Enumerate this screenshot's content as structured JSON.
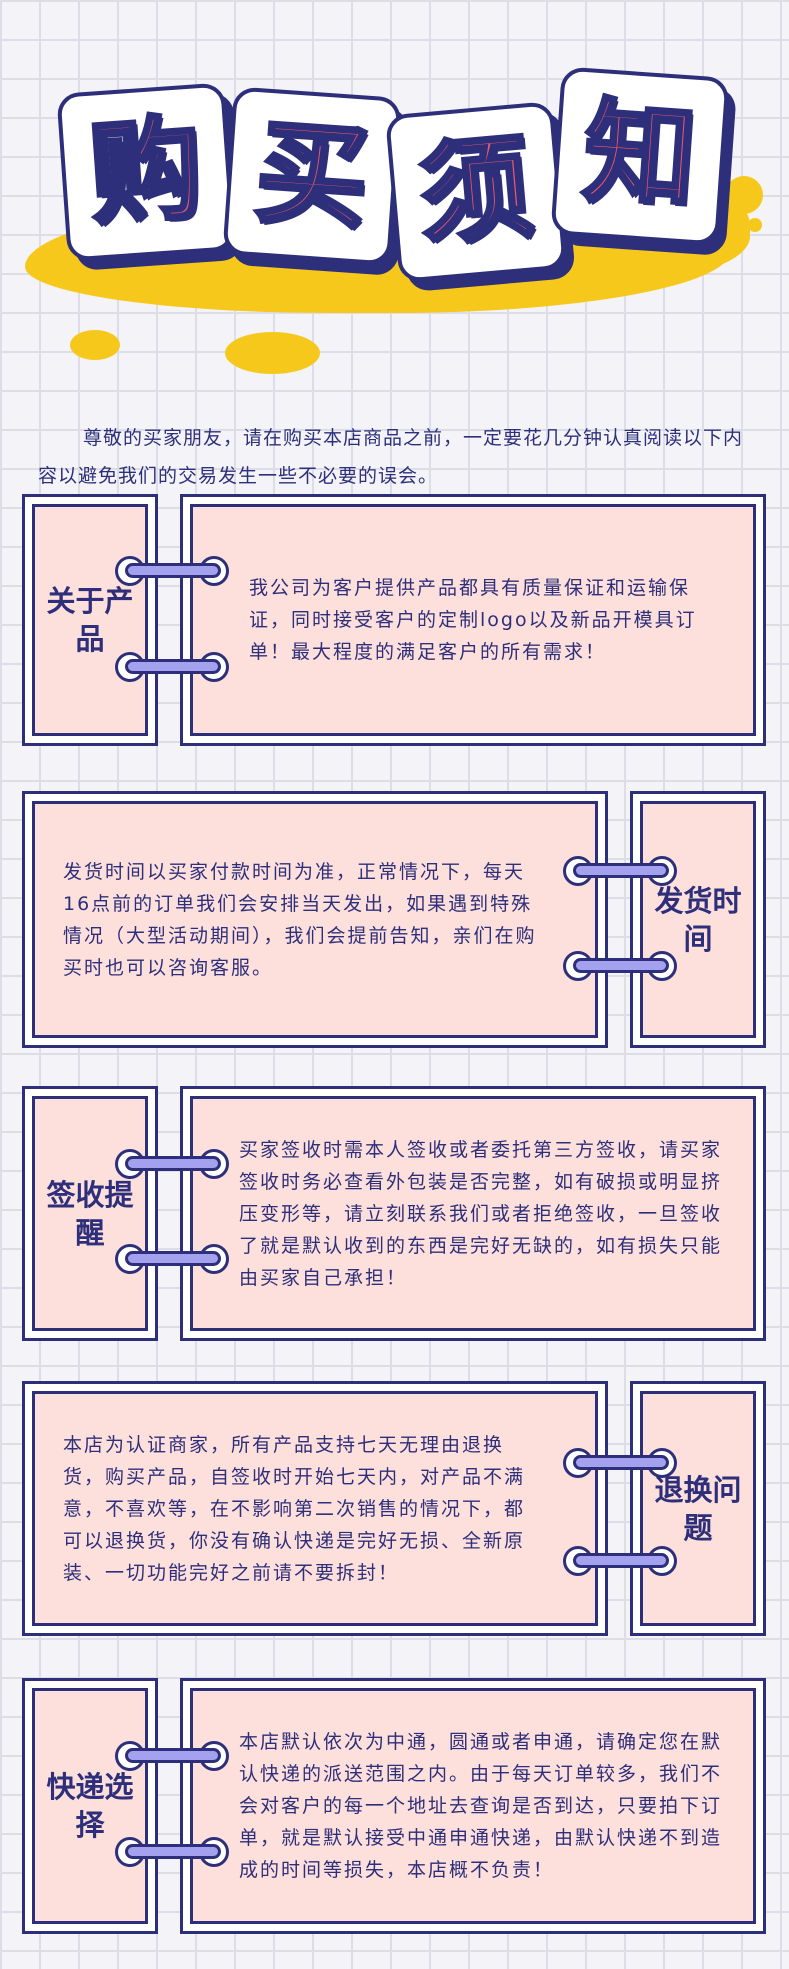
{
  "title": {
    "chars": [
      "购",
      "买",
      "须",
      "知"
    ]
  },
  "intro": "尊敬的买家朋友，请在购买本店商品之前，一定要花几分钟认真阅读以下内容以避免我们的交易发生一些不必要的误会。",
  "colors": {
    "navy": "#2e2f7a",
    "pink_card": "#fde0dc",
    "title_red": "#f2576c",
    "yellow": "#f7c81c",
    "ring_purple": "#a4a1ee",
    "background": "#f3f3f8"
  },
  "sections": [
    {
      "label": "关于产品",
      "text": "我公司为客户提供产品都具有质量保证和运输保证，同时接受客户的定制logo以及新品开模具订单！最大程度的满足客户的所有需求！"
    },
    {
      "label": "发货时间",
      "text": "发货时间以买家付款时间为准，正常情况下，每天16点前的订单我们会安排当天发出，如果遇到特殊情况（大型活动期间），我们会提前告知，亲们在购买时也可以咨询客服。"
    },
    {
      "label": "签收提醒",
      "text": "买家签收时需本人签收或者委托第三方签收，请买家签收时务必查看外包装是否完整，如有破损或明显挤压变形等，请立刻联系我们或者拒绝签收，一旦签收了就是默认收到的东西是完好无缺的，如有损失只能由买家自己承担！"
    },
    {
      "label": "退换问题",
      "text": "本店为认证商家，所有产品支持七天无理由退换货，购买产品，自签收时开始七天内，对产品不满意，不喜欢等，在不影响第二次销售的情况下，都可以退换货，你没有确认快递是完好无损、全新原装、一切功能完好之前请不要拆封！"
    },
    {
      "label": "快递选择",
      "text": "本店默认依次为中通，圆通或者申通，请确定您在默认快递的派送范围之内。由于每天订单较多，我们不会对客户的每一个地址去查询是否到达，只要拍下订单，就是默认接受中通申通快递，由默认快递不到造成的时间等损失，本店概不负责！"
    }
  ]
}
